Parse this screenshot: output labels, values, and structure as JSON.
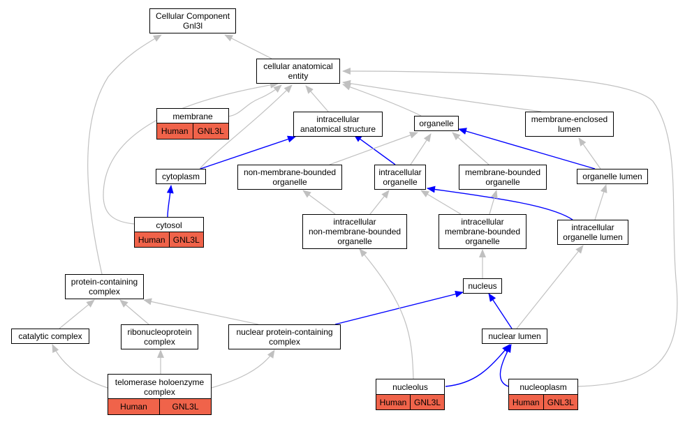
{
  "colors": {
    "gray_edge": "#c0c0c0",
    "blue_edge": "#0000ff",
    "annotation_fill": "#f0634a",
    "node_border": "#000000"
  },
  "nodes": {
    "cc_gnl3l": {
      "lines": [
        "Cellular Component",
        "Gnl3l"
      ]
    },
    "cae": {
      "lines": [
        "cellular anatomical",
        "entity"
      ]
    },
    "membrane": {
      "lines": [
        "membrane"
      ],
      "annotation": [
        "Human",
        "GNL3L"
      ]
    },
    "ias": {
      "lines": [
        "intracellular",
        "anatomical structure"
      ]
    },
    "organelle": {
      "lines": [
        "organelle"
      ]
    },
    "mel": {
      "lines": [
        "membrane-enclosed",
        "lumen"
      ]
    },
    "cytoplasm": {
      "lines": [
        "cytoplasm"
      ]
    },
    "nmbo": {
      "lines": [
        "non-membrane-bounded",
        "organelle"
      ]
    },
    "io": {
      "lines": [
        "intracellular",
        "organelle"
      ]
    },
    "mbo": {
      "lines": [
        "membrane-bounded",
        "organelle"
      ]
    },
    "ol": {
      "lines": [
        "organelle lumen"
      ]
    },
    "cytosol": {
      "lines": [
        "cytosol"
      ],
      "annotation": [
        "Human",
        "GNL3L"
      ]
    },
    "inmbo": {
      "lines": [
        "intracellular",
        "non-membrane-bounded",
        "organelle"
      ]
    },
    "imbo": {
      "lines": [
        "intracellular",
        "membrane-bounded",
        "organelle"
      ]
    },
    "iol": {
      "lines": [
        "intracellular",
        "organelle lumen"
      ]
    },
    "pcc": {
      "lines": [
        "protein-containing",
        "complex"
      ]
    },
    "nucleus": {
      "lines": [
        "nucleus"
      ]
    },
    "catc": {
      "lines": [
        "catalytic complex"
      ]
    },
    "rnpc": {
      "lines": [
        "ribonucleoprotein",
        "complex"
      ]
    },
    "npcc": {
      "lines": [
        "nuclear protein-containing",
        "complex"
      ]
    },
    "nl": {
      "lines": [
        "nuclear lumen"
      ]
    },
    "the": {
      "lines": [
        "telomerase holoenzyme",
        "complex"
      ],
      "annotation": [
        "Human",
        "GNL3L"
      ]
    },
    "nucleolus": {
      "lines": [
        "nucleolus"
      ],
      "annotation": [
        "Human",
        "GNL3L"
      ]
    },
    "nucleoplasm": {
      "lines": [
        "nucleoplasm"
      ],
      "annotation": [
        "Human",
        "GNL3L"
      ]
    }
  },
  "edges": [
    {
      "from": "cae",
      "to": "cc_gnl3l",
      "kind": "is_a"
    },
    {
      "from": "pcc",
      "to": "cc_gnl3l",
      "kind": "is_a"
    },
    {
      "from": "membrane",
      "to": "cae",
      "kind": "is_a"
    },
    {
      "from": "ias",
      "to": "cae",
      "kind": "is_a"
    },
    {
      "from": "organelle",
      "to": "cae",
      "kind": "is_a"
    },
    {
      "from": "mel",
      "to": "cae",
      "kind": "is_a"
    },
    {
      "from": "cytoplasm",
      "to": "cae",
      "kind": "is_a"
    },
    {
      "from": "cytosol",
      "to": "cae",
      "kind": "is_a"
    },
    {
      "from": "nucleoplasm",
      "to": "cae",
      "kind": "is_a"
    },
    {
      "from": "cytoplasm",
      "to": "ias",
      "kind": "part_of"
    },
    {
      "from": "io",
      "to": "ias",
      "kind": "part_of"
    },
    {
      "from": "nmbo",
      "to": "organelle",
      "kind": "is_a"
    },
    {
      "from": "io",
      "to": "organelle",
      "kind": "is_a"
    },
    {
      "from": "mbo",
      "to": "organelle",
      "kind": "is_a"
    },
    {
      "from": "ol",
      "to": "organelle",
      "kind": "part_of"
    },
    {
      "from": "ol",
      "to": "mel",
      "kind": "is_a"
    },
    {
      "from": "cytosol",
      "to": "cytoplasm",
      "kind": "part_of"
    },
    {
      "from": "inmbo",
      "to": "nmbo",
      "kind": "is_a"
    },
    {
      "from": "inmbo",
      "to": "io",
      "kind": "is_a"
    },
    {
      "from": "imbo",
      "to": "io",
      "kind": "is_a"
    },
    {
      "from": "iol",
      "to": "io",
      "kind": "part_of"
    },
    {
      "from": "imbo",
      "to": "mbo",
      "kind": "is_a"
    },
    {
      "from": "iol",
      "to": "ol",
      "kind": "is_a"
    },
    {
      "from": "nucleus",
      "to": "imbo",
      "kind": "is_a"
    },
    {
      "from": "catc",
      "to": "pcc",
      "kind": "is_a"
    },
    {
      "from": "rnpc",
      "to": "pcc",
      "kind": "is_a"
    },
    {
      "from": "npcc",
      "to": "pcc",
      "kind": "is_a"
    },
    {
      "from": "npcc",
      "to": "nucleus",
      "kind": "part_of"
    },
    {
      "from": "nl",
      "to": "nucleus",
      "kind": "part_of"
    },
    {
      "from": "nl",
      "to": "iol",
      "kind": "is_a"
    },
    {
      "from": "the",
      "to": "catc",
      "kind": "is_a"
    },
    {
      "from": "the",
      "to": "rnpc",
      "kind": "is_a"
    },
    {
      "from": "the",
      "to": "npcc",
      "kind": "is_a"
    },
    {
      "from": "nucleolus",
      "to": "inmbo",
      "kind": "is_a"
    },
    {
      "from": "nucleolus",
      "to": "nl",
      "kind": "part_of"
    },
    {
      "from": "nucleoplasm",
      "to": "nl",
      "kind": "part_of"
    }
  ]
}
